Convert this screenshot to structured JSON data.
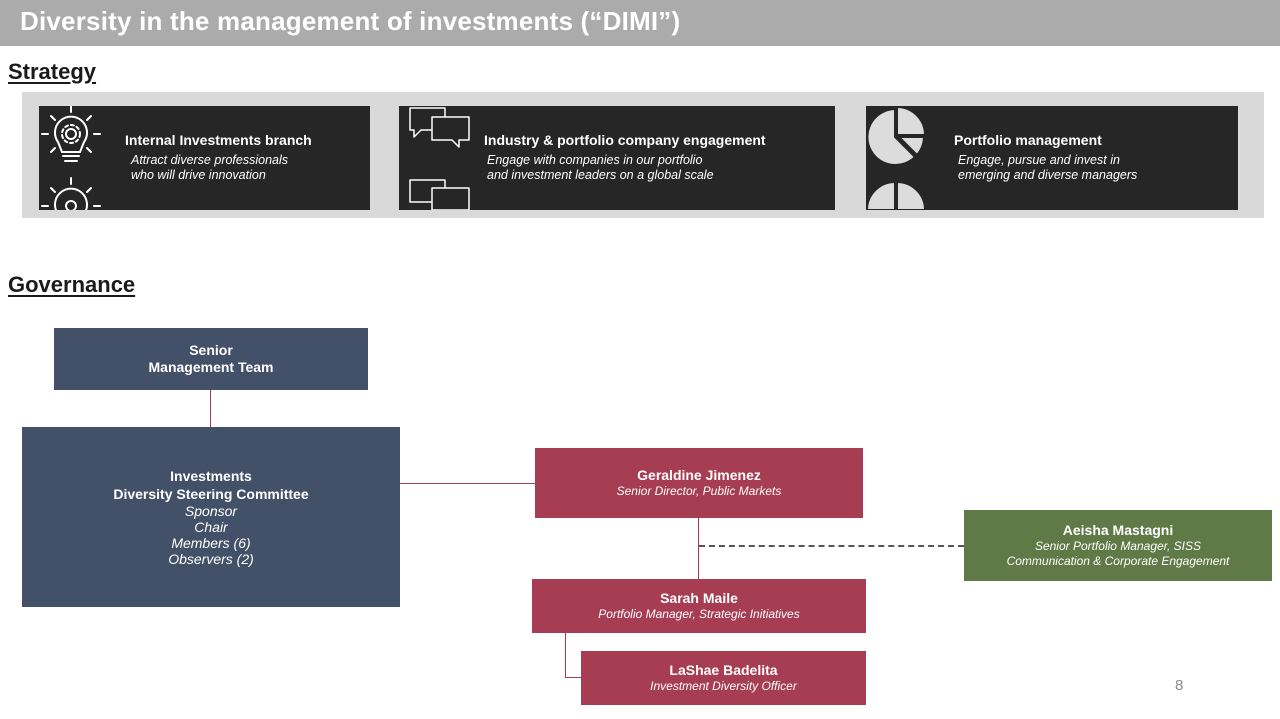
{
  "title": "Diversity in the management of investments (“DIMI”)",
  "strategy": {
    "heading": "Strategy",
    "cards": [
      {
        "title": "Internal Investments branch",
        "desc": "Attract diverse professionals\nwho will drive innovation",
        "icon": "lightbulb-gear-icon"
      },
      {
        "title": "Industry & portfolio company engagement",
        "desc": "Engage with companies in our portfolio\nand investment leaders on a global scale",
        "icon": "speech-bubbles-icon"
      },
      {
        "title": "Portfolio management",
        "desc": "Engage, pursue and invest in\nemerging and diverse managers",
        "icon": "pie-chart-icon"
      }
    ]
  },
  "governance": {
    "heading": "Governance",
    "senior_team": "Senior\nManagement Team",
    "committee": {
      "name": "Investments\nDiversity Steering Committee",
      "roles": [
        "Sponsor",
        "Chair",
        "Members (6)",
        "Observers (2)"
      ]
    },
    "geraldine": {
      "name": "Geraldine Jimenez",
      "role": "Senior Director, Public Markets"
    },
    "sarah": {
      "name": "Sarah Maile",
      "role": "Portfolio Manager, Strategic Initiatives"
    },
    "lashae": {
      "name": "LaShae Badelita",
      "role": "Investment Diversity Officer"
    },
    "aeisha": {
      "name": "Aeisha Mastagni",
      "role": "Senior Portfolio Manager, SISS\nCommunication & Corporate Engagement"
    }
  },
  "colors": {
    "navy": "#425167",
    "crimson": "#a63d53",
    "green": "#5f7a47",
    "card_bg": "#262626",
    "title_bar": "#ababab"
  },
  "page_number": "8"
}
